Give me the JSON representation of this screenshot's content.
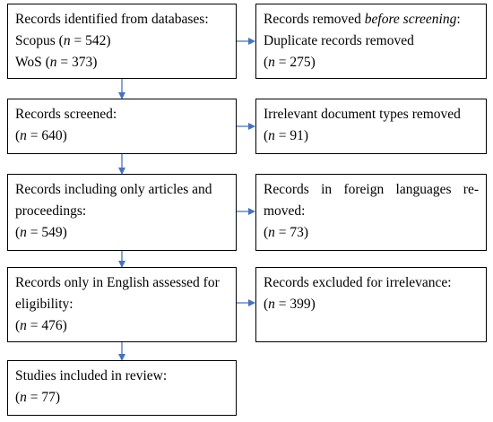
{
  "left": {
    "identified": {
      "heading": "Records identified from databases:",
      "scopus_label": "Scopus (",
      "scopus_value": " = 542)",
      "wos_label": "WoS (",
      "wos_value": " = 373)"
    },
    "screened": {
      "heading": "Records screened:",
      "count_prefix": "(",
      "count_value": " = 640)"
    },
    "articles": {
      "heading": "Records including only articles and",
      "heading2": "proceedings:",
      "count_prefix": "(",
      "count_value": " = 549)"
    },
    "english": {
      "heading": "Records only in English assessed for",
      "heading2": "eligibility:",
      "count_prefix": "(",
      "count_value": " = 476)"
    },
    "included": {
      "heading": "Studies included in review:",
      "count_prefix": "(",
      "count_value": " = 77)"
    }
  },
  "right": {
    "removed_before": {
      "heading_plain": "Records removed ",
      "heading_italic": "before screening",
      "heading_colon": ":",
      "line2": "Duplicate records removed",
      "count_prefix": "(",
      "count_value": " = 275)"
    },
    "irrelevant_types": {
      "heading": "Irrelevant document types removed",
      "count_prefix": "(",
      "count_value": " = 91)"
    },
    "foreign": {
      "heading": "Records in foreign languages re-",
      "heading2": "moved:",
      "count_prefix": "(",
      "count_value": " = 73)"
    },
    "excluded": {
      "heading": "Records excluded for irrelevance:",
      "count_prefix": "(",
      "count_value": " = 399)"
    }
  },
  "n_symbol": "n",
  "colors": {
    "arrow": "#4472c4",
    "border": "#000000"
  }
}
